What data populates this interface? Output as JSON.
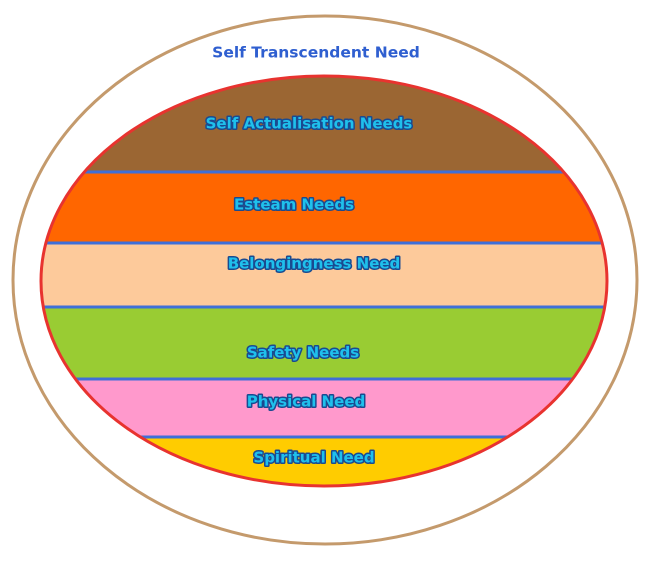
{
  "outer": {
    "label": "Self Transcendent Need",
    "label_color": "#2f5fd0",
    "border_color": "#c49a6c"
  },
  "inner": {
    "border_color": "#e8332f",
    "divider_color": "#3f6fd8",
    "label_color": "#1fc0ec",
    "label_outline_color": "#1a4a90"
  },
  "layers": [
    {
      "label": "Self Actualisation Needs",
      "color": "#9b6633"
    },
    {
      "label": "Esteam Needs",
      "color": "#ff6600"
    },
    {
      "label": "Belongingness Need",
      "color": "#fdca9b"
    },
    {
      "label": "Safety Needs",
      "color": "#99cc33"
    },
    {
      "label": "Physical Need",
      "color": "#ff99cc"
    },
    {
      "label": "Spiritual Need",
      "color": "#ffcc00"
    }
  ]
}
